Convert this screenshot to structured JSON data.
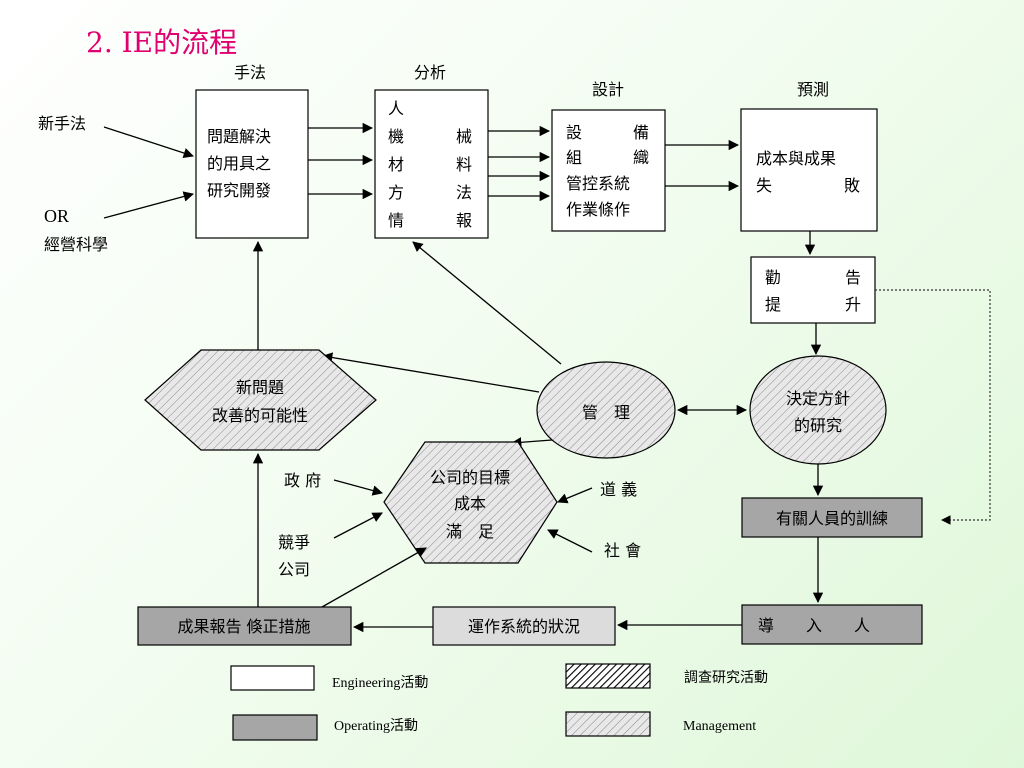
{
  "title": "2. IE的流程",
  "headers": {
    "method": "手法",
    "analysis": "分析",
    "design": "設計",
    "forecast": "預測"
  },
  "inputs": {
    "new_method": "新手法",
    "or": "OR",
    "mgmt_science": "經營科學"
  },
  "boxes": {
    "method_lines": [
      "問題解決",
      "的用具之",
      "研究開發"
    ],
    "analysis_lines": [
      [
        "人",
        ""
      ],
      [
        "機",
        "械"
      ],
      [
        "材",
        "料"
      ],
      [
        "方",
        "法"
      ],
      [
        "情",
        "報"
      ]
    ],
    "design_lines": [
      [
        "設",
        "備"
      ],
      [
        "組",
        "織"
      ],
      [
        "管控系統",
        ""
      ],
      [
        "作業條作",
        ""
      ]
    ],
    "forecast_lines": [
      [
        "成本與成果",
        ""
      ],
      [
        "失",
        "敗"
      ]
    ],
    "advise_lines": [
      [
        "勸",
        "告"
      ],
      [
        "提",
        "升"
      ]
    ],
    "decision_lines": [
      "決定方針",
      "的研究"
    ],
    "management": "管　理",
    "new_problem_lines": [
      "新問題",
      "改善的可能性"
    ],
    "goal_lines": [
      "公司的目標",
      "成本",
      "滿　足"
    ],
    "training": "有關人員的訓練",
    "introduce": "導　　入　　人",
    "operation_status": "運作系統的狀況",
    "report": "成果報告 倏正措施"
  },
  "influences": {
    "government": "政 府",
    "competitor_lines": [
      "競爭",
      "公司"
    ],
    "ethics": "道 義",
    "society": "社 會"
  },
  "legend": {
    "engineering": "Engineering活動",
    "research": "調查研究活動",
    "operating": "Operating活動",
    "management": "Management"
  },
  "colors": {
    "title": "#e0006f",
    "operating_fill": "#a6a6a6",
    "management_fill": "#dcdcdc"
  }
}
